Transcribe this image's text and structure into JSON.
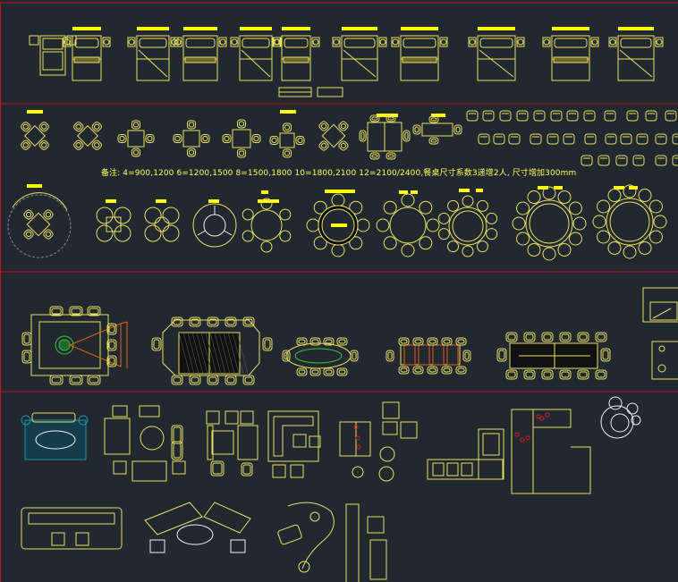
{
  "drawing": {
    "background": "#212830",
    "colors": {
      "line": "#e8e060",
      "label_bar": "#ffff00",
      "divider": "#c01818",
      "accent_orange": "#e86010",
      "accent_green": "#40c040",
      "accent_blue": "#2090b0",
      "accent_white": "#f0f0f0",
      "accent_red": "#d02020"
    },
    "note": "备注: 4=900,1200   6=1200,1500   8=1500,1800   10=1800,2100   12=2100/2400,餐桌尺寸系数3递增2人, 尺寸增加300mm",
    "sections": [
      {
        "name": "beds",
        "items": 10
      },
      {
        "name": "dining-sets-square",
        "items": 8
      },
      {
        "name": "chairs",
        "items": 30
      },
      {
        "name": "dining-sets-round",
        "items": 9
      },
      {
        "name": "conference-tables",
        "items": 6
      },
      {
        "name": "sofa-sets",
        "items": 14
      }
    ]
  }
}
